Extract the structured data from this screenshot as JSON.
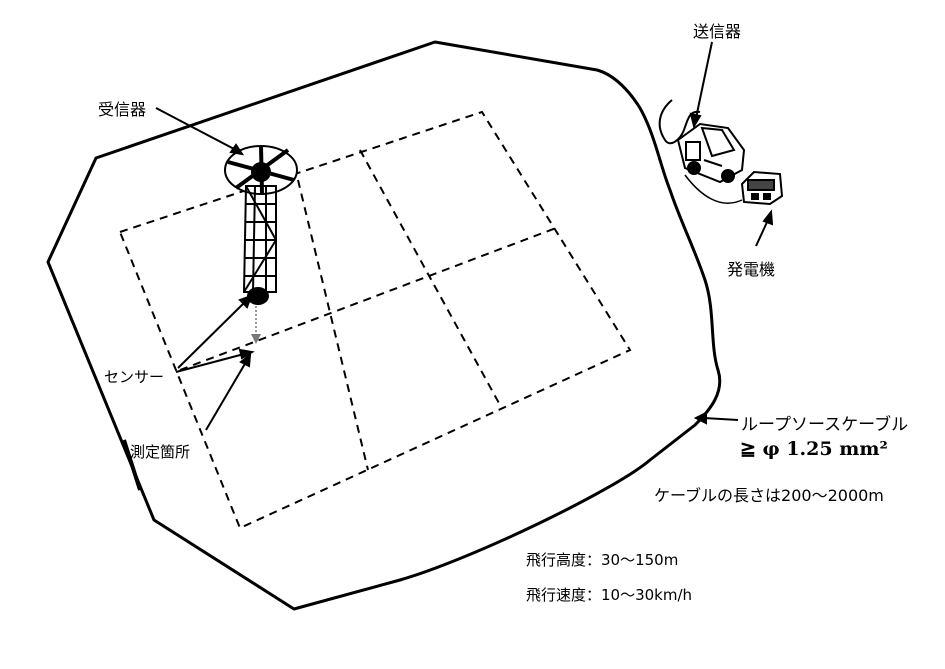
{
  "labels": {
    "receiver": "受信器",
    "transmitter": "送信器",
    "generator": "発電機",
    "sensor": "センサー",
    "measure_point": "測定箇所",
    "loop_cable": "ループソースケーブル",
    "cable_spec": "≧ φ 1.25  mm²",
    "cable_length": "ケーブルの長さは200～2000m",
    "flight_altitude": "飛行高度：30～150m",
    "flight_speed": "飛行速度：10～30km/h"
  }
}
